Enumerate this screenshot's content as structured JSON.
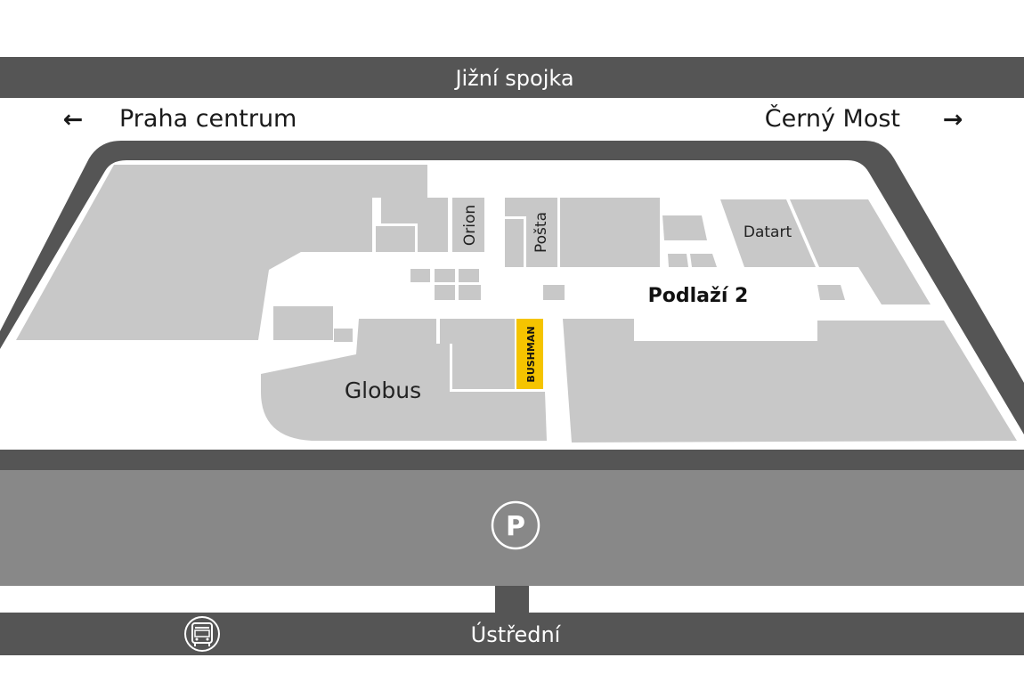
{
  "roads": {
    "top": "Jižní spojka",
    "bottom": "Ústřední"
  },
  "directions": {
    "left": "Praha centrum",
    "right": "Černý Most",
    "left_arrow": "←",
    "right_arrow": "→"
  },
  "floor_label": "Podlaží 2",
  "shops": {
    "globus": "Globus",
    "orion": "Orion",
    "posta": "Pošta",
    "datart": "Datart",
    "bushman": "BUSHMAN"
  },
  "icons": {
    "parking": "parking-icon",
    "parking_letter": "P",
    "bus": "bus-stop-icon"
  },
  "colors": {
    "road": "#555555",
    "parking": "#888888",
    "shop": "#c8c8c8",
    "highlight": "#f5c400"
  }
}
